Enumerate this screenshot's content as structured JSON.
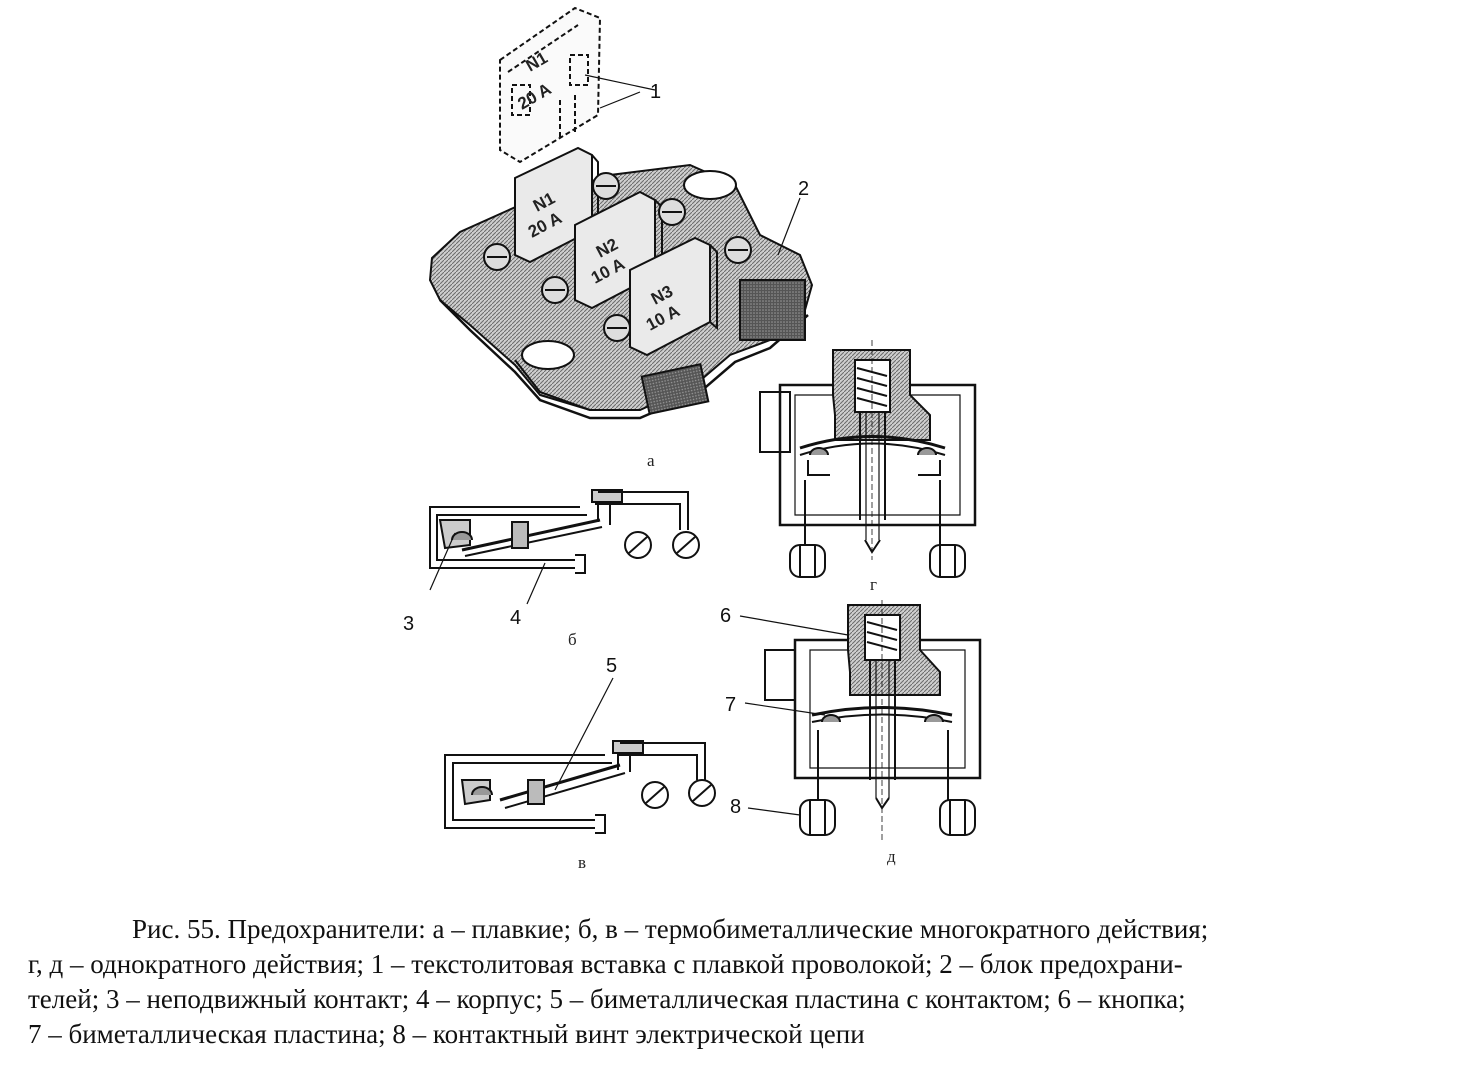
{
  "figure": {
    "sub_labels": {
      "a": "а",
      "b": "б",
      "v": "в",
      "g": "г",
      "d": "д"
    },
    "callouts": {
      "c1": "1",
      "c2": "2",
      "c3": "3",
      "c4": "4",
      "c5": "5",
      "c6": "6",
      "c7": "7",
      "c8": "8"
    },
    "fuse_texts": {
      "ghost_n": "N1",
      "ghost_a": "20 A",
      "f1_n": "N1",
      "f1_a": "20 A",
      "f2_n": "N2",
      "f2_a": "10 A",
      "f3_n": "N3",
      "f3_a": "10 A"
    }
  },
  "caption": {
    "line1": "Рис. 55. Предохранители: а – плавкие; б, в – термобиметаллические многократного действия;",
    "line2": "г, д – однократного действия; 1 – текстолитовая вставка с плавкой проволокой; 2 – блок предохрани-",
    "line3": "телей; 3 – неподвижный контакт; 4 – корпус; 5 – биметаллическая пластина с контактом; 6 – кнопка;",
    "line4": "7 – биметаллическая пластина; 8 – контактный винт электрической цепи"
  }
}
